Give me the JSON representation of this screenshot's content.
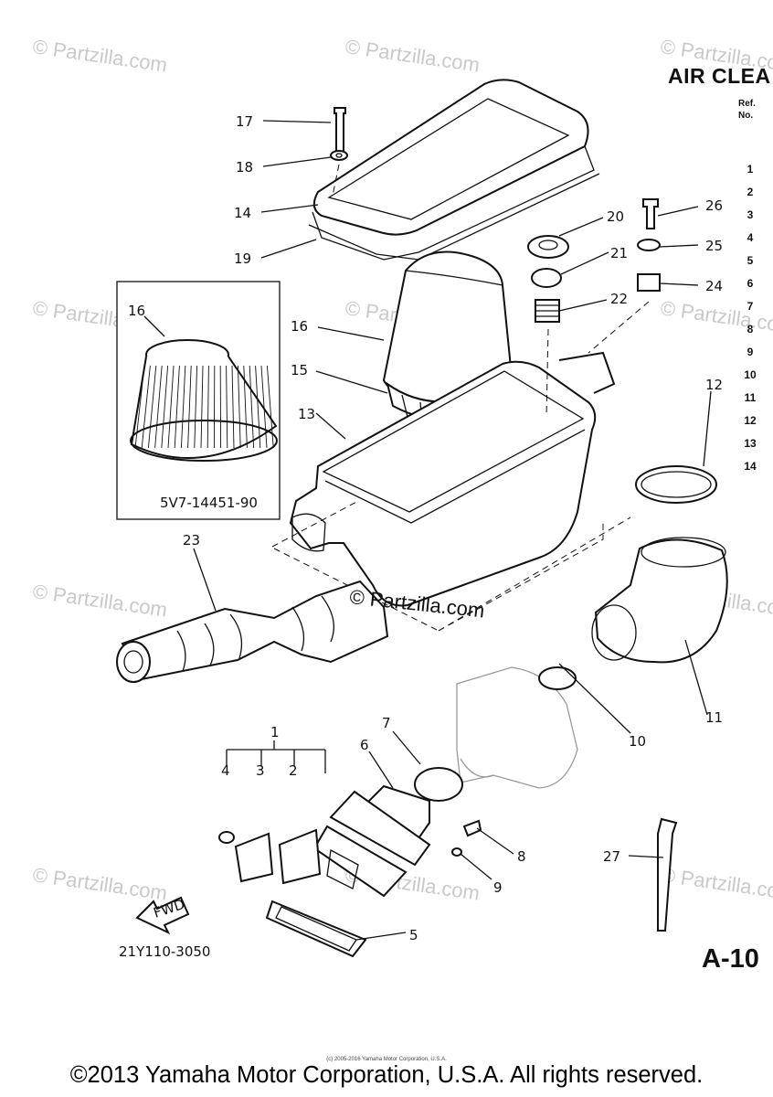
{
  "title": "AIR CLEA",
  "ref_header": {
    "line1": "Ref.",
    "line2": "No."
  },
  "ref_numbers": [
    "1",
    "2",
    "3",
    "4",
    "5",
    "6",
    "7",
    "8",
    "9",
    "10",
    "11",
    "12",
    "13",
    "14"
  ],
  "watermark": "© Partzilla.com",
  "center_watermark": "© Partzilla.com",
  "callouts": [
    "1",
    "2",
    "3",
    "4",
    "5",
    "6",
    "7",
    "8",
    "9",
    "10",
    "11",
    "12",
    "13",
    "14",
    "15",
    "16",
    "17",
    "18",
    "19",
    "20",
    "21",
    "22",
    "23",
    "24",
    "25",
    "26",
    "27"
  ],
  "inset": {
    "label": "16",
    "part_number": "5V7-14451-90"
  },
  "fwd_arrow_text": "FWD",
  "diagram_code": "21Y110-3050",
  "page_number": "A-10",
  "small_copyright": "(c) 2005-2016 Yamaha Motor Corporation, U.S.A.",
  "footer_copyright": "©2013 Yamaha Motor Corporation, U.S.A. All rights reserved."
}
